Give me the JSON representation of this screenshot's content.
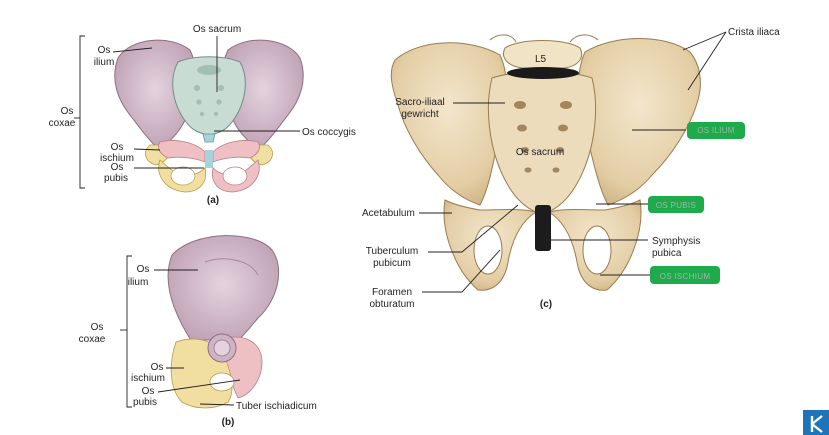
{
  "figure_a": {
    "caption": "(a)",
    "labels": {
      "os_ilium": [
        "Os",
        "ilium"
      ],
      "os_sacrum": "Os sacrum",
      "os_coxae": [
        "Os",
        "coxae"
      ],
      "os_ischium": [
        "Os",
        "ischium"
      ],
      "os_coccygis": "Os coccygis",
      "os_pubis": [
        "Os",
        "pubis"
      ]
    }
  },
  "figure_b": {
    "caption": "(b)",
    "labels": {
      "os_ilium": [
        "Os",
        "ilium"
      ],
      "os_coxae": [
        "Os",
        "coxae"
      ],
      "os_ischium": [
        "Os",
        "ischium"
      ],
      "os_pubis": [
        "Os",
        "pubis"
      ],
      "tuber_ischiadicum": "Tuber ischiadicum"
    }
  },
  "figure_c": {
    "caption": "(c)",
    "vertebra_label": "L5",
    "labels": {
      "crista_iliaca": "Crista iliaca",
      "sacro_iliaal": [
        "Sacro-iliaal",
        "gewricht"
      ],
      "os_sacrum": "Os sacrum",
      "acetabulum": "Acetabulum",
      "tuberculum_pubicum": [
        "Tuberculum",
        "pubicum"
      ],
      "foramen_obturatum": [
        "Foramen",
        "obturatum"
      ],
      "symphysis_pubica": [
        "Symphysis",
        "pubica"
      ]
    },
    "highlights": {
      "ilium": "OS ILIUM",
      "pubis": "OS PUBIS",
      "ischium": "OS ISCHIUM"
    }
  },
  "colors": {
    "ilium": "#d9c5d3",
    "sacrum": "#c8dcd4",
    "ischium": "#f1dfa1",
    "pubis": "#efc0c3",
    "coccyx": "#a9d3dc",
    "bone": "#e9d6b2",
    "highlight": "#1faa4b",
    "logo": "#1e73b9"
  }
}
